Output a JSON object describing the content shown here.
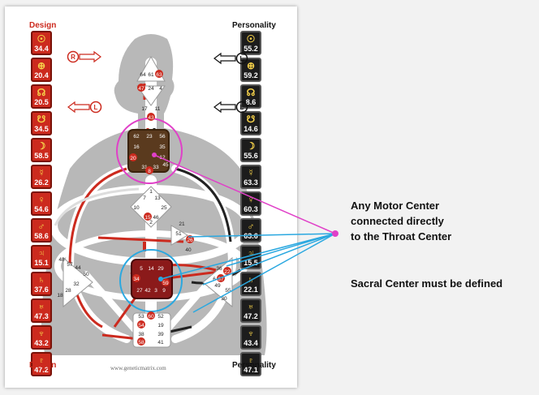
{
  "labels": {
    "design": "Design",
    "personality": "Personality",
    "footer": "www.geneticmatrix.com"
  },
  "design_gates": [
    {
      "icon": "sun-icon",
      "symbol": "☉",
      "value": "34.4"
    },
    {
      "icon": "earth-icon",
      "symbol": "⊕",
      "value": "20.4"
    },
    {
      "icon": "north-node-icon",
      "symbol": "☊",
      "value": "20.5"
    },
    {
      "icon": "south-node-icon",
      "symbol": "☋",
      "value": "34.5"
    },
    {
      "icon": "moon-icon",
      "symbol": "☽",
      "value": "58.5"
    },
    {
      "icon": "mercury-icon",
      "symbol": "☿",
      "value": "26.2"
    },
    {
      "icon": "venus-icon",
      "symbol": "♀",
      "value": "54.6"
    },
    {
      "icon": "mars-icon",
      "symbol": "♂",
      "value": "58.6"
    },
    {
      "icon": "jupiter-icon",
      "symbol": "♃",
      "value": "15.1"
    },
    {
      "icon": "saturn-icon",
      "symbol": "♄",
      "value": "37.6"
    },
    {
      "icon": "uranus-icon",
      "symbol": "♅",
      "value": "47.3"
    },
    {
      "icon": "neptune-icon",
      "symbol": "♆",
      "value": "43.2"
    },
    {
      "icon": "pluto-icon",
      "symbol": "♇",
      "value": "47.2"
    }
  ],
  "personality_gates": [
    {
      "icon": "sun-icon",
      "symbol": "☉",
      "value": "55.2"
    },
    {
      "icon": "earth-icon",
      "symbol": "⊕",
      "value": "59.2"
    },
    {
      "icon": "north-node-icon",
      "symbol": "☊",
      "value": "8.6"
    },
    {
      "icon": "south-node-icon",
      "symbol": "☋",
      "value": "14.6"
    },
    {
      "icon": "moon-icon",
      "symbol": "☽",
      "value": "55.6"
    },
    {
      "icon": "mercury-icon",
      "symbol": "☿",
      "value": "63.3"
    },
    {
      "icon": "venus-icon",
      "symbol": "♀",
      "value": "60.3"
    },
    {
      "icon": "mars-icon",
      "symbol": "♂",
      "value": "63.6"
    },
    {
      "icon": "jupiter-icon",
      "symbol": "♃",
      "value": "15.5"
    },
    {
      "icon": "saturn-icon",
      "symbol": "♄",
      "value": "22.1"
    },
    {
      "icon": "uranus-icon",
      "symbol": "♅",
      "value": "47.2"
    },
    {
      "icon": "neptune-icon",
      "symbol": "♆",
      "value": "43.4"
    },
    {
      "icon": "pluto-icon",
      "symbol": "♇",
      "value": "47.1"
    }
  ],
  "arrows": {
    "design_top": "R",
    "design_bottom": "L",
    "personality_top": "L",
    "personality_bottom": "L"
  },
  "gate_numbers": {
    "head": [
      "64",
      "61",
      "63"
    ],
    "ajna": [
      "47",
      "24",
      "4",
      "17",
      "11",
      "43"
    ],
    "throat": [
      "62",
      "23",
      "56",
      "16",
      "35",
      "12",
      "20",
      "45",
      "31",
      "8",
      "33"
    ],
    "g_center": [
      "1",
      "7",
      "13",
      "10",
      "25",
      "15",
      "46",
      "2"
    ],
    "heart": [
      "21",
      "51",
      "26",
      "40"
    ],
    "spleen": [
      "48",
      "57",
      "44",
      "50",
      "32",
      "28",
      "18"
    ],
    "solar_plexus": [
      "36",
      "22",
      "37",
      "6",
      "49",
      "55",
      "30"
    ],
    "sacral": [
      "5",
      "14",
      "29",
      "34",
      "27",
      "42",
      "3",
      "9",
      "59"
    ],
    "root": [
      "53",
      "60",
      "52",
      "54",
      "19",
      "38",
      "39",
      "58",
      "41"
    ]
  },
  "annotations": {
    "motor_line1": "Any Motor Center",
    "motor_line2": "connected directly",
    "motor_line3": "to the Throat Center",
    "sacral": "Sacral Center must be defined"
  },
  "colors": {
    "design_red": "#cc2a1e",
    "defined_center": "#5a3a1e",
    "sacral_defined": "#8b1a1a",
    "magenta": "#e040c8",
    "cyan": "#2aa8e0"
  }
}
